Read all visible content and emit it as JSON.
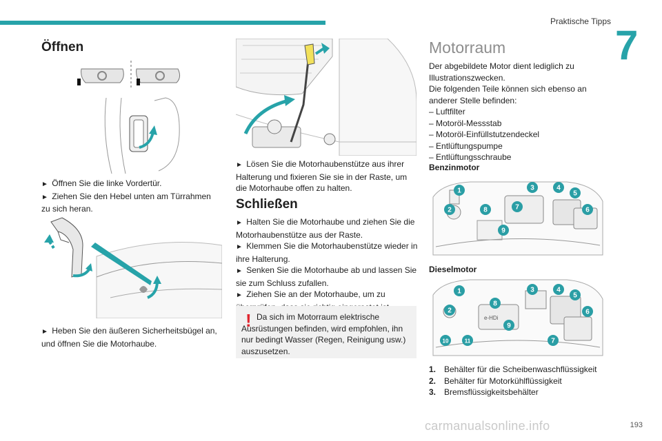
{
  "header": {
    "title": "Praktische Tipps",
    "chapter": "7"
  },
  "left": {
    "heading": "Öffnen",
    "steps_top": [
      "Öffnen Sie die linke Vordertür.",
      "Ziehen Sie den Hebel unten am Türrahmen zu sich heran."
    ],
    "steps_bottom": [
      "Heben Sie den äußeren Sicherheitsbügel an, und öffnen Sie die Motorhaube."
    ]
  },
  "middle": {
    "steps_top": [
      "Lösen Sie die Motorhaubenstütze aus ihrer Halterung und fixieren Sie sie in der Raste, um die Motorhaube offen zu halten."
    ],
    "heading": "Schließen",
    "steps": [
      "Halten Sie die Motorhaube und ziehen Sie die Motorhaubenstütze aus der Raste.",
      "Klemmen Sie die Motorhaubenstütze wieder in ihre Halterung.",
      "Senken Sie die Motorhaube ab und lassen Sie sie zum Schluss zufallen.",
      "Ziehen Sie an der Motorhaube, um zu überprüfen, dass sie richtig eingerastet ist."
    ],
    "caution_text": "Da sich im Motorraum elektrische Ausrüstungen befinden, wird empfohlen, ihn nur bedingt Wasser (Regen, Reinigung usw.) auszusetzen."
  },
  "right": {
    "heading": "Motorraum",
    "intro": [
      "Der abgebildete Motor dient lediglich zu Illustrationszwecken.",
      "Die folgenden Teile können sich ebenso an anderer Stelle befinden:"
    ],
    "parts": [
      "Luftfilter",
      "Motoröl-Messstab",
      "Motoröl-Einfüllstutzendeckel",
      "Entlüftungspumpe",
      "Entlüftungsschraube"
    ],
    "petrol_heading": "Benzinmotor",
    "diesel_heading": "Dieselmotor",
    "diesel_label": "e-HDi",
    "legend": [
      {
        "num": "1.",
        "text": "Behälter für die Scheibenwaschflüssigkeit"
      },
      {
        "num": "2.",
        "text": "Behälter für Motorkühlflüssigkeit"
      },
      {
        "num": "3.",
        "text": "Bremsflüssigkeitsbehälter"
      }
    ]
  },
  "callouts": {
    "petrol": [
      "1",
      "2",
      "3",
      "4",
      "5",
      "6",
      "7",
      "8",
      "9"
    ],
    "diesel": [
      "1",
      "2",
      "3",
      "4",
      "5",
      "6",
      "7",
      "8",
      "9",
      "10",
      "11"
    ]
  },
  "footer": {
    "page": "193",
    "watermark": "carmanualsonline.info"
  },
  "colors": {
    "accent": "#27a3a9",
    "warning": "#e0252e",
    "callout": "#2a9ea5"
  }
}
